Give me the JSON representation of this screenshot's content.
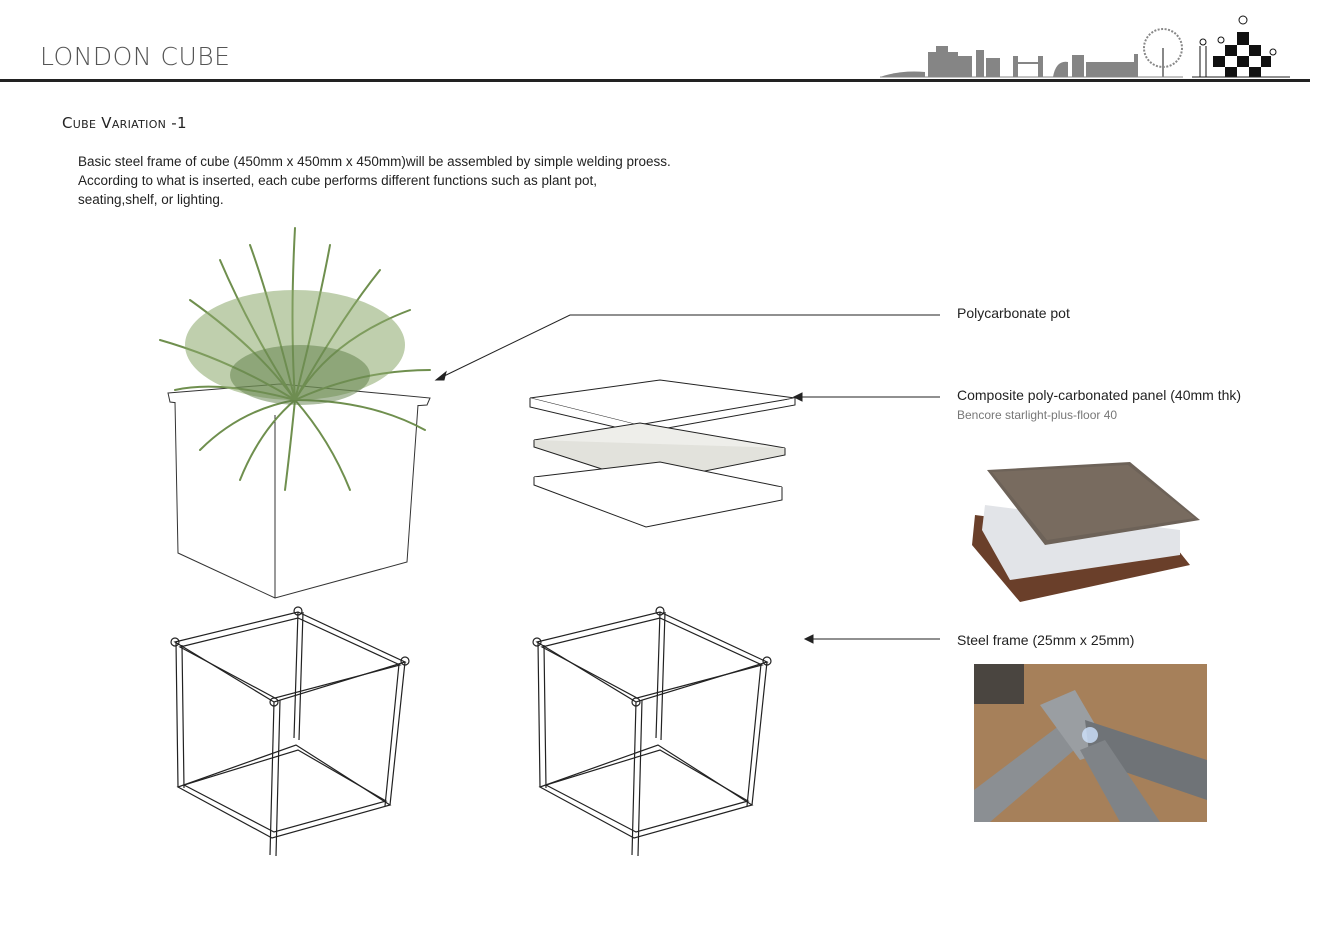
{
  "header": {
    "title": "LONDON CUBE",
    "skyline_graphic": "london-skyline-with-cube-figures",
    "colors": {
      "rule": "#222222",
      "skyline": "#808080",
      "title": "#555555"
    }
  },
  "section": {
    "title": "Cube Variation -1",
    "description": "Basic steel frame of cube (450mm x 450mm x 450mm)will be assembled by simple welding proess.  According to what is inserted, each cube performs different functions such as plant pot, seating,shelf, or lighting."
  },
  "callouts": [
    {
      "label": "Polycarbonate pot",
      "sublabel": ""
    },
    {
      "label": "Composite poly-carbonated panel (40mm thk)",
      "sublabel": "Bencore starlight-plus-floor 40"
    },
    {
      "label": "Steel frame (25mm x 25mm)",
      "sublabel": ""
    }
  ],
  "figures": {
    "planter": "plant-in-polycarbonate-pot",
    "panel_exploded": "exploded-composite-panel",
    "frame_left": "steel-frame-cube",
    "frame_right": "steel-frame-cube",
    "panel_photo": "bencore-panel-photo",
    "weld_photo": "welded-steel-joint-photo"
  }
}
